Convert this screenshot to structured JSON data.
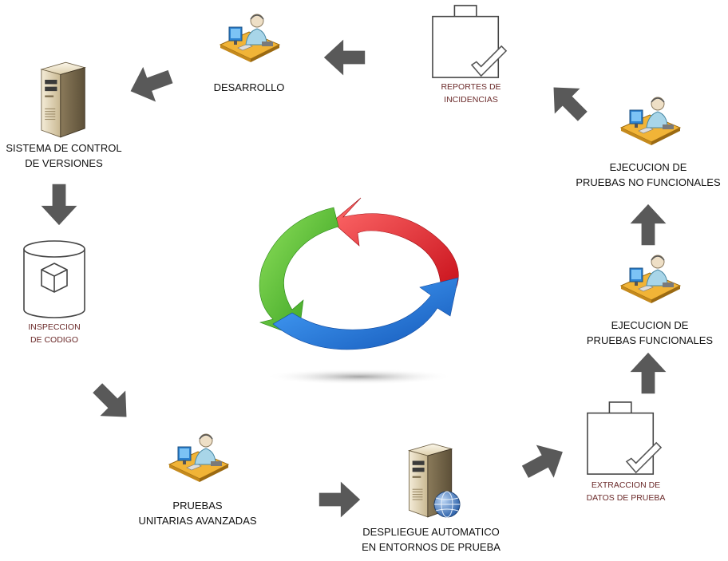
{
  "stages": {
    "desarrollo": {
      "line1": "DESARROLLO"
    },
    "reportes": {
      "line1": "REPORTES DE",
      "line2": "INCIDENCIAS"
    },
    "sistema": {
      "line1": "SISTEMA DE CONTROL",
      "line2": "DE VERSIONES"
    },
    "inspeccion": {
      "line1": "INSPECCION",
      "line2": "DE CODIGO"
    },
    "pruebas_unitarias": {
      "line1": "PRUEBAS",
      "line2": "UNITARIAS AVANZADAS"
    },
    "despliegue": {
      "line1": "DESPLIEGUE AUTOMATICO",
      "line2": "EN ENTORNOS DE PRUEBA"
    },
    "extraccion": {
      "line1": "EXTRACCION DE",
      "line2": "DATOS DE PRUEBA"
    },
    "ejec_funcionales": {
      "line1": "EJECUCION DE",
      "line2": "PRUEBAS FUNCIONALES"
    },
    "ejec_no_funcionales": {
      "line1": "EJECUCION DE",
      "line2": "PRUEBAS NO FUNCIONALES"
    }
  },
  "colors": {
    "arrow": "#595959",
    "cycle_red": "#e8262b",
    "cycle_green": "#4cb82c",
    "cycle_blue": "#1f77d6",
    "small_label": "#6b2a2a"
  },
  "icons": {
    "person_workstation": "person-workstation-icon",
    "server": "server-icon",
    "database": "database-cube-icon",
    "bag_check": "bag-checkmark-icon",
    "globe": "globe-icon",
    "cycle": "refresh-cycle-icon"
  }
}
